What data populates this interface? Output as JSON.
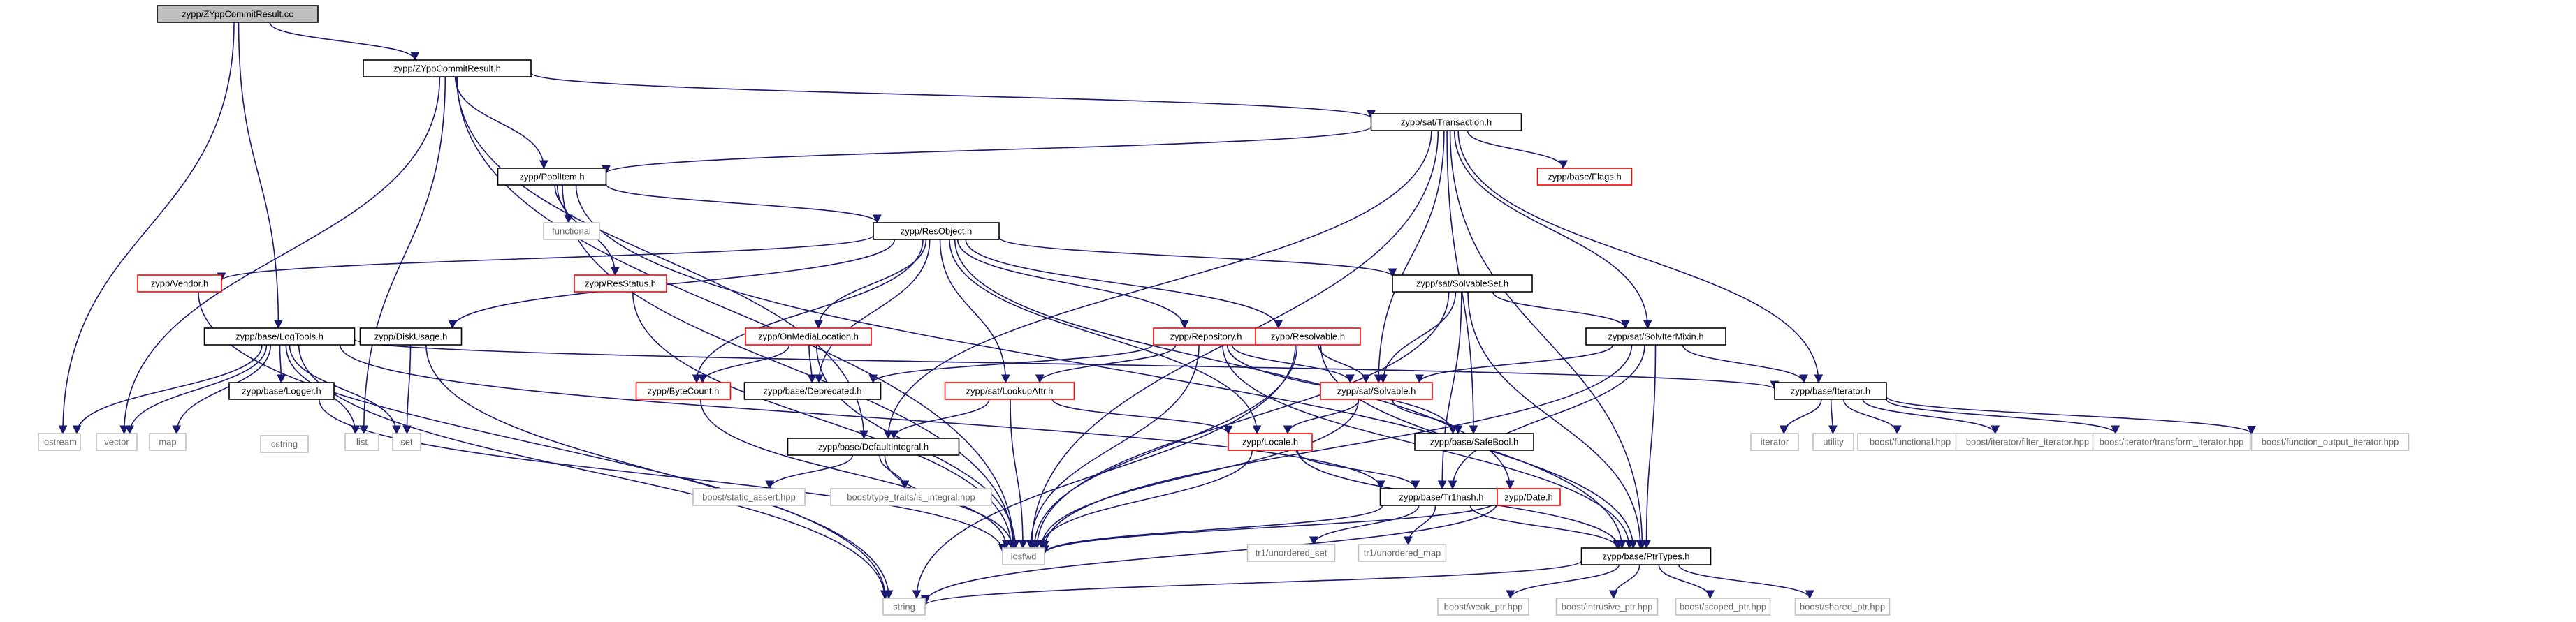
{
  "graph": {
    "nodes": [
      {
        "id": "n0",
        "label": "zypp/ZYppCommitResult.cc",
        "kind": "root"
      },
      {
        "id": "n1",
        "label": "zypp/ZYppCommitResult.h",
        "kind": "doc"
      },
      {
        "id": "n2",
        "label": "iostream",
        "kind": "system"
      },
      {
        "id": "n3",
        "label": "zypp/base/LogTools.h",
        "kind": "doc"
      },
      {
        "id": "n4",
        "label": "vector",
        "kind": "system"
      },
      {
        "id": "n5",
        "label": "list",
        "kind": "system"
      },
      {
        "id": "n6",
        "label": "iosfwd",
        "kind": "system"
      },
      {
        "id": "n7",
        "label": "zypp/PoolItem.h",
        "kind": "doc"
      },
      {
        "id": "n8",
        "label": "zypp/base/DefaultIntegral.h",
        "kind": "doc"
      },
      {
        "id": "n9",
        "label": "zypp/sat/Transaction.h",
        "kind": "doc"
      },
      {
        "id": "n10",
        "label": "functional",
        "kind": "system"
      },
      {
        "id": "n11",
        "label": "zypp/ResStatus.h",
        "kind": "hidden"
      },
      {
        "id": "n12",
        "label": "zypp/ResObject.h",
        "kind": "doc"
      },
      {
        "id": "n13",
        "label": "zypp/base/Flags.h",
        "kind": "hidden"
      },
      {
        "id": "n14",
        "label": "zypp/Vendor.h",
        "kind": "hidden"
      },
      {
        "id": "n15",
        "label": "zypp/sat/SolvableSet.h",
        "kind": "doc"
      },
      {
        "id": "n16",
        "label": "zypp/DiskUsage.h",
        "kind": "doc"
      },
      {
        "id": "n17",
        "label": "zypp/OnMediaLocation.h",
        "kind": "hidden"
      },
      {
        "id": "n18",
        "label": "zypp/Repository.h",
        "kind": "hidden"
      },
      {
        "id": "n19",
        "label": "zypp/Resolvable.h",
        "kind": "hidden"
      },
      {
        "id": "n20",
        "label": "zypp/sat/SolvIterMixin.h",
        "kind": "doc"
      },
      {
        "id": "n21",
        "label": "map",
        "kind": "system"
      },
      {
        "id": "n22",
        "label": "zypp/base/Logger.h",
        "kind": "doc"
      },
      {
        "id": "n23",
        "label": "set",
        "kind": "system"
      },
      {
        "id": "n24",
        "label": "zypp/ByteCount.h",
        "kind": "hidden"
      },
      {
        "id": "n25",
        "label": "zypp/base/Deprecated.h",
        "kind": "doc"
      },
      {
        "id": "n26",
        "label": "zypp/sat/LookupAttr.h",
        "kind": "hidden"
      },
      {
        "id": "n27",
        "label": "zypp/sat/Solvable.h",
        "kind": "hidden"
      },
      {
        "id": "n28",
        "label": "zypp/base/Iterator.h",
        "kind": "doc"
      },
      {
        "id": "n29",
        "label": "cstring",
        "kind": "system"
      },
      {
        "id": "n30",
        "label": "zypp/Locale.h",
        "kind": "hidden"
      },
      {
        "id": "n31",
        "label": "zypp/base/SafeBool.h",
        "kind": "doc"
      },
      {
        "id": "n32",
        "label": "iterator",
        "kind": "system"
      },
      {
        "id": "n33",
        "label": "utility",
        "kind": "system"
      },
      {
        "id": "n34",
        "label": "boost/functional.hpp",
        "kind": "system"
      },
      {
        "id": "n35",
        "label": "boost/iterator/filter_iterator.hpp",
        "kind": "system"
      },
      {
        "id": "n36",
        "label": "boost/iterator/transform_iterator.hpp",
        "kind": "system"
      },
      {
        "id": "n37",
        "label": "boost/function_output_iterator.hpp",
        "kind": "system"
      },
      {
        "id": "n38",
        "label": "boost/static_assert.hpp",
        "kind": "system"
      },
      {
        "id": "n39",
        "label": "boost/type_traits/is_integral.hpp",
        "kind": "system"
      },
      {
        "id": "n40",
        "label": "zypp/base/Tr1hash.h",
        "kind": "doc"
      },
      {
        "id": "n41",
        "label": "zypp/Date.h",
        "kind": "hidden"
      },
      {
        "id": "n42",
        "label": "tr1/unordered_set",
        "kind": "system"
      },
      {
        "id": "n43",
        "label": "tr1/unordered_map",
        "kind": "system"
      },
      {
        "id": "n44",
        "label": "zypp/base/PtrTypes.h",
        "kind": "doc"
      },
      {
        "id": "n45",
        "label": "string",
        "kind": "system"
      },
      {
        "id": "n46",
        "label": "boost/weak_ptr.hpp",
        "kind": "system"
      },
      {
        "id": "n47",
        "label": "boost/intrusive_ptr.hpp",
        "kind": "system"
      },
      {
        "id": "n48",
        "label": "boost/scoped_ptr.hpp",
        "kind": "system"
      },
      {
        "id": "n49",
        "label": "boost/shared_ptr.hpp",
        "kind": "system"
      }
    ],
    "edges": [
      [
        "n0",
        "n1"
      ],
      [
        "n0",
        "n2"
      ],
      [
        "n0",
        "n3"
      ],
      [
        "n1",
        "n4"
      ],
      [
        "n1",
        "n5"
      ],
      [
        "n1",
        "n6"
      ],
      [
        "n1",
        "n7"
      ],
      [
        "n1",
        "n8"
      ],
      [
        "n1",
        "n9"
      ],
      [
        "n3",
        "n2"
      ],
      [
        "n3",
        "n4"
      ],
      [
        "n3",
        "n21"
      ],
      [
        "n3",
        "n22"
      ],
      [
        "n3",
        "n5"
      ],
      [
        "n3",
        "n23"
      ],
      [
        "n3",
        "n28"
      ],
      [
        "n3",
        "n40"
      ],
      [
        "n3",
        "n45"
      ],
      [
        "n7",
        "n10"
      ],
      [
        "n7",
        "n11"
      ],
      [
        "n7",
        "n12"
      ],
      [
        "n7",
        "n44"
      ],
      [
        "n7",
        "n6"
      ],
      [
        "n9",
        "n7"
      ],
      [
        "n9",
        "n13"
      ],
      [
        "n9",
        "n6"
      ],
      [
        "n9",
        "n8"
      ],
      [
        "n9",
        "n27"
      ],
      [
        "n9",
        "n31"
      ],
      [
        "n9",
        "n20"
      ],
      [
        "n9",
        "n28"
      ],
      [
        "n9",
        "n44"
      ],
      [
        "n11",
        "n6"
      ],
      [
        "n12",
        "n14"
      ],
      [
        "n12",
        "n16"
      ],
      [
        "n12",
        "n17"
      ],
      [
        "n12",
        "n24"
      ],
      [
        "n12",
        "n25"
      ],
      [
        "n12",
        "n26"
      ],
      [
        "n12",
        "n18"
      ],
      [
        "n12",
        "n19"
      ],
      [
        "n12",
        "n15"
      ],
      [
        "n12",
        "n30"
      ],
      [
        "n12",
        "n41"
      ],
      [
        "n14",
        "n45"
      ],
      [
        "n15",
        "n6"
      ],
      [
        "n15",
        "n27"
      ],
      [
        "n15",
        "n20"
      ],
      [
        "n15",
        "n40"
      ],
      [
        "n15",
        "n44"
      ],
      [
        "n16",
        "n23"
      ],
      [
        "n16",
        "n45"
      ],
      [
        "n17",
        "n24"
      ],
      [
        "n17",
        "n25"
      ],
      [
        "n17",
        "n6"
      ],
      [
        "n18",
        "n25"
      ],
      [
        "n18",
        "n26"
      ],
      [
        "n18",
        "n27"
      ],
      [
        "n18",
        "n31"
      ],
      [
        "n18",
        "n6"
      ],
      [
        "n18",
        "n44"
      ],
      [
        "n19",
        "n27"
      ],
      [
        "n19",
        "n6"
      ],
      [
        "n19",
        "n44"
      ],
      [
        "n19",
        "n45"
      ],
      [
        "n20",
        "n27"
      ],
      [
        "n20",
        "n28"
      ],
      [
        "n20",
        "n40"
      ],
      [
        "n20",
        "n6"
      ],
      [
        "n20",
        "n44"
      ],
      [
        "n22",
        "n6"
      ],
      [
        "n24",
        "n6"
      ],
      [
        "n26",
        "n8"
      ],
      [
        "n26",
        "n30"
      ],
      [
        "n26",
        "n6"
      ],
      [
        "n27",
        "n31"
      ],
      [
        "n27",
        "n30"
      ],
      [
        "n27",
        "n6"
      ],
      [
        "n28",
        "n32"
      ],
      [
        "n28",
        "n33"
      ],
      [
        "n28",
        "n34"
      ],
      [
        "n28",
        "n35"
      ],
      [
        "n28",
        "n36"
      ],
      [
        "n28",
        "n37"
      ],
      [
        "n8",
        "n38"
      ],
      [
        "n8",
        "n39"
      ],
      [
        "n8",
        "n6"
      ],
      [
        "n30",
        "n40"
      ],
      [
        "n30",
        "n44"
      ],
      [
        "n30",
        "n6"
      ],
      [
        "n40",
        "n42"
      ],
      [
        "n40",
        "n43"
      ],
      [
        "n40",
        "n6"
      ],
      [
        "n40",
        "n44"
      ],
      [
        "n41",
        "n6"
      ],
      [
        "n41",
        "n45"
      ],
      [
        "n44",
        "n45"
      ],
      [
        "n44",
        "n46"
      ],
      [
        "n44",
        "n47"
      ],
      [
        "n44",
        "n48"
      ],
      [
        "n44",
        "n49"
      ]
    ]
  },
  "colors": {
    "edge": "#191970",
    "doc_border": "#000000",
    "hidden_border": "#ff0000",
    "system_border": "#bfbfbf",
    "root_fill": "#bfbfbf",
    "text_dark": "#000000",
    "text_system": "#666666"
  }
}
